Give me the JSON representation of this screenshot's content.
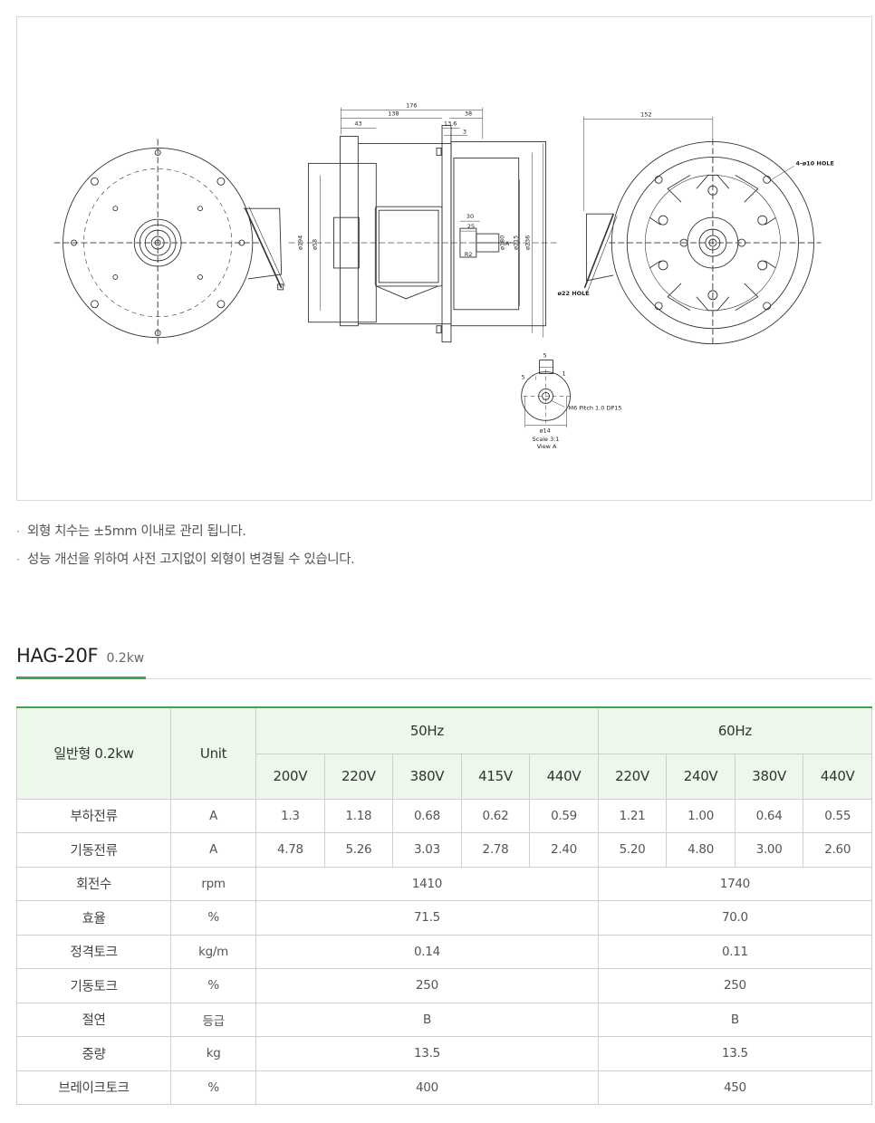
{
  "drawing": {
    "dims": {
      "d176": "176",
      "d138": "138",
      "d38": "38",
      "d43": "43",
      "d13_6": "13.6",
      "d3": "3",
      "d30": "30",
      "d25": "25",
      "dA": "A",
      "phi194": "ø194",
      "phi58": "ø58",
      "phi180": "ø180",
      "phi215": "ø215",
      "phi236": "ø236",
      "r2": "R2",
      "d152": "152",
      "hole4": "4-ø10 HOLE",
      "hole22": "ø22 HOLE",
      "d5": "5",
      "d5b": "5",
      "d1": "1",
      "m6": "M6 Pitch 1.0 DP15",
      "phi14": "ø14",
      "scale": "Scale 3:1",
      "view": "View A"
    }
  },
  "notes": [
    "외형 치수는 ±5mm 이내로 관리 됩니다.",
    "성능 개선을 위하여 사전 고지없이 외형이 변경될 수 있습니다."
  ],
  "section": {
    "model": "HAG-20F",
    "power": "0.2kw"
  },
  "table": {
    "header": {
      "type": "일반형 0.2kw",
      "unit": "Unit",
      "hz50": "50Hz",
      "hz60": "60Hz"
    },
    "volts": [
      "200V",
      "220V",
      "380V",
      "415V",
      "440V",
      "220V",
      "240V",
      "380V",
      "440V"
    ],
    "rows": [
      {
        "label": "부하전류",
        "unit": "A",
        "values": [
          "1.3",
          "1.18",
          "0.68",
          "0.62",
          "0.59",
          "1.21",
          "1.00",
          "0.64",
          "0.55"
        ]
      },
      {
        "label": "기동전류",
        "unit": "A",
        "values": [
          "4.78",
          "5.26",
          "3.03",
          "2.78",
          "2.40",
          "5.20",
          "4.80",
          "3.00",
          "2.60"
        ]
      },
      {
        "label": "회전수",
        "unit": "rpm",
        "v50": "1410",
        "v60": "1740"
      },
      {
        "label": "효율",
        "unit": "%",
        "v50": "71.5",
        "v60": "70.0"
      },
      {
        "label": "정격토크",
        "unit": "kg/m",
        "v50": "0.14",
        "v60": "0.11"
      },
      {
        "label": "기동토크",
        "unit": "%",
        "v50": "250",
        "v60": "250"
      },
      {
        "label": "절연",
        "unit": "등급",
        "v50": "B",
        "v60": "B"
      },
      {
        "label": "중량",
        "unit": "kg",
        "v50": "13.5",
        "v60": "13.5"
      },
      {
        "label": "브레이크토크",
        "unit": "%",
        "v50": "400",
        "v60": "450"
      }
    ]
  }
}
